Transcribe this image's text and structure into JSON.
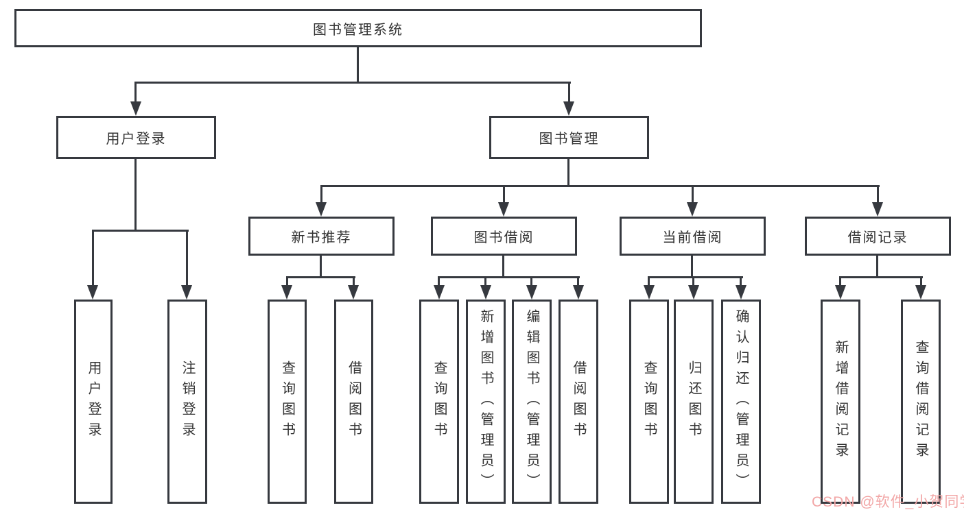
{
  "diagram": {
    "title_node": {
      "label": "图书管理系统"
    },
    "level2": [
      {
        "id": "user-login",
        "label": "用户登录"
      },
      {
        "id": "book-management",
        "label": "图书管理"
      }
    ],
    "level3": [
      {
        "id": "new-book-recommend",
        "label": "新书推荐"
      },
      {
        "id": "book-borrow",
        "label": "图书借阅"
      },
      {
        "id": "current-borrow",
        "label": "当前借阅"
      },
      {
        "id": "borrow-records",
        "label": "借阅记录"
      }
    ],
    "leaves": {
      "user_login": [
        "用户登录",
        "注销登录"
      ],
      "new_book_recommend": [
        "查询图书",
        "借阅图书"
      ],
      "book_borrow": [
        "查询图书",
        "新增图书（管理员）",
        "编辑图书（管理员）",
        "借阅图书"
      ],
      "current_borrow": [
        "查询图书",
        "归还图书",
        "确认归还（管理员）"
      ],
      "borrow_records": [
        "新增借阅记录",
        "查询借阅记录"
      ]
    },
    "watermark": "CSDN @软件_小贺同学",
    "colors": {
      "line": "#36393f",
      "text": "#333333",
      "watermark": "#f2a6a6",
      "background": "#ffffff"
    }
  }
}
